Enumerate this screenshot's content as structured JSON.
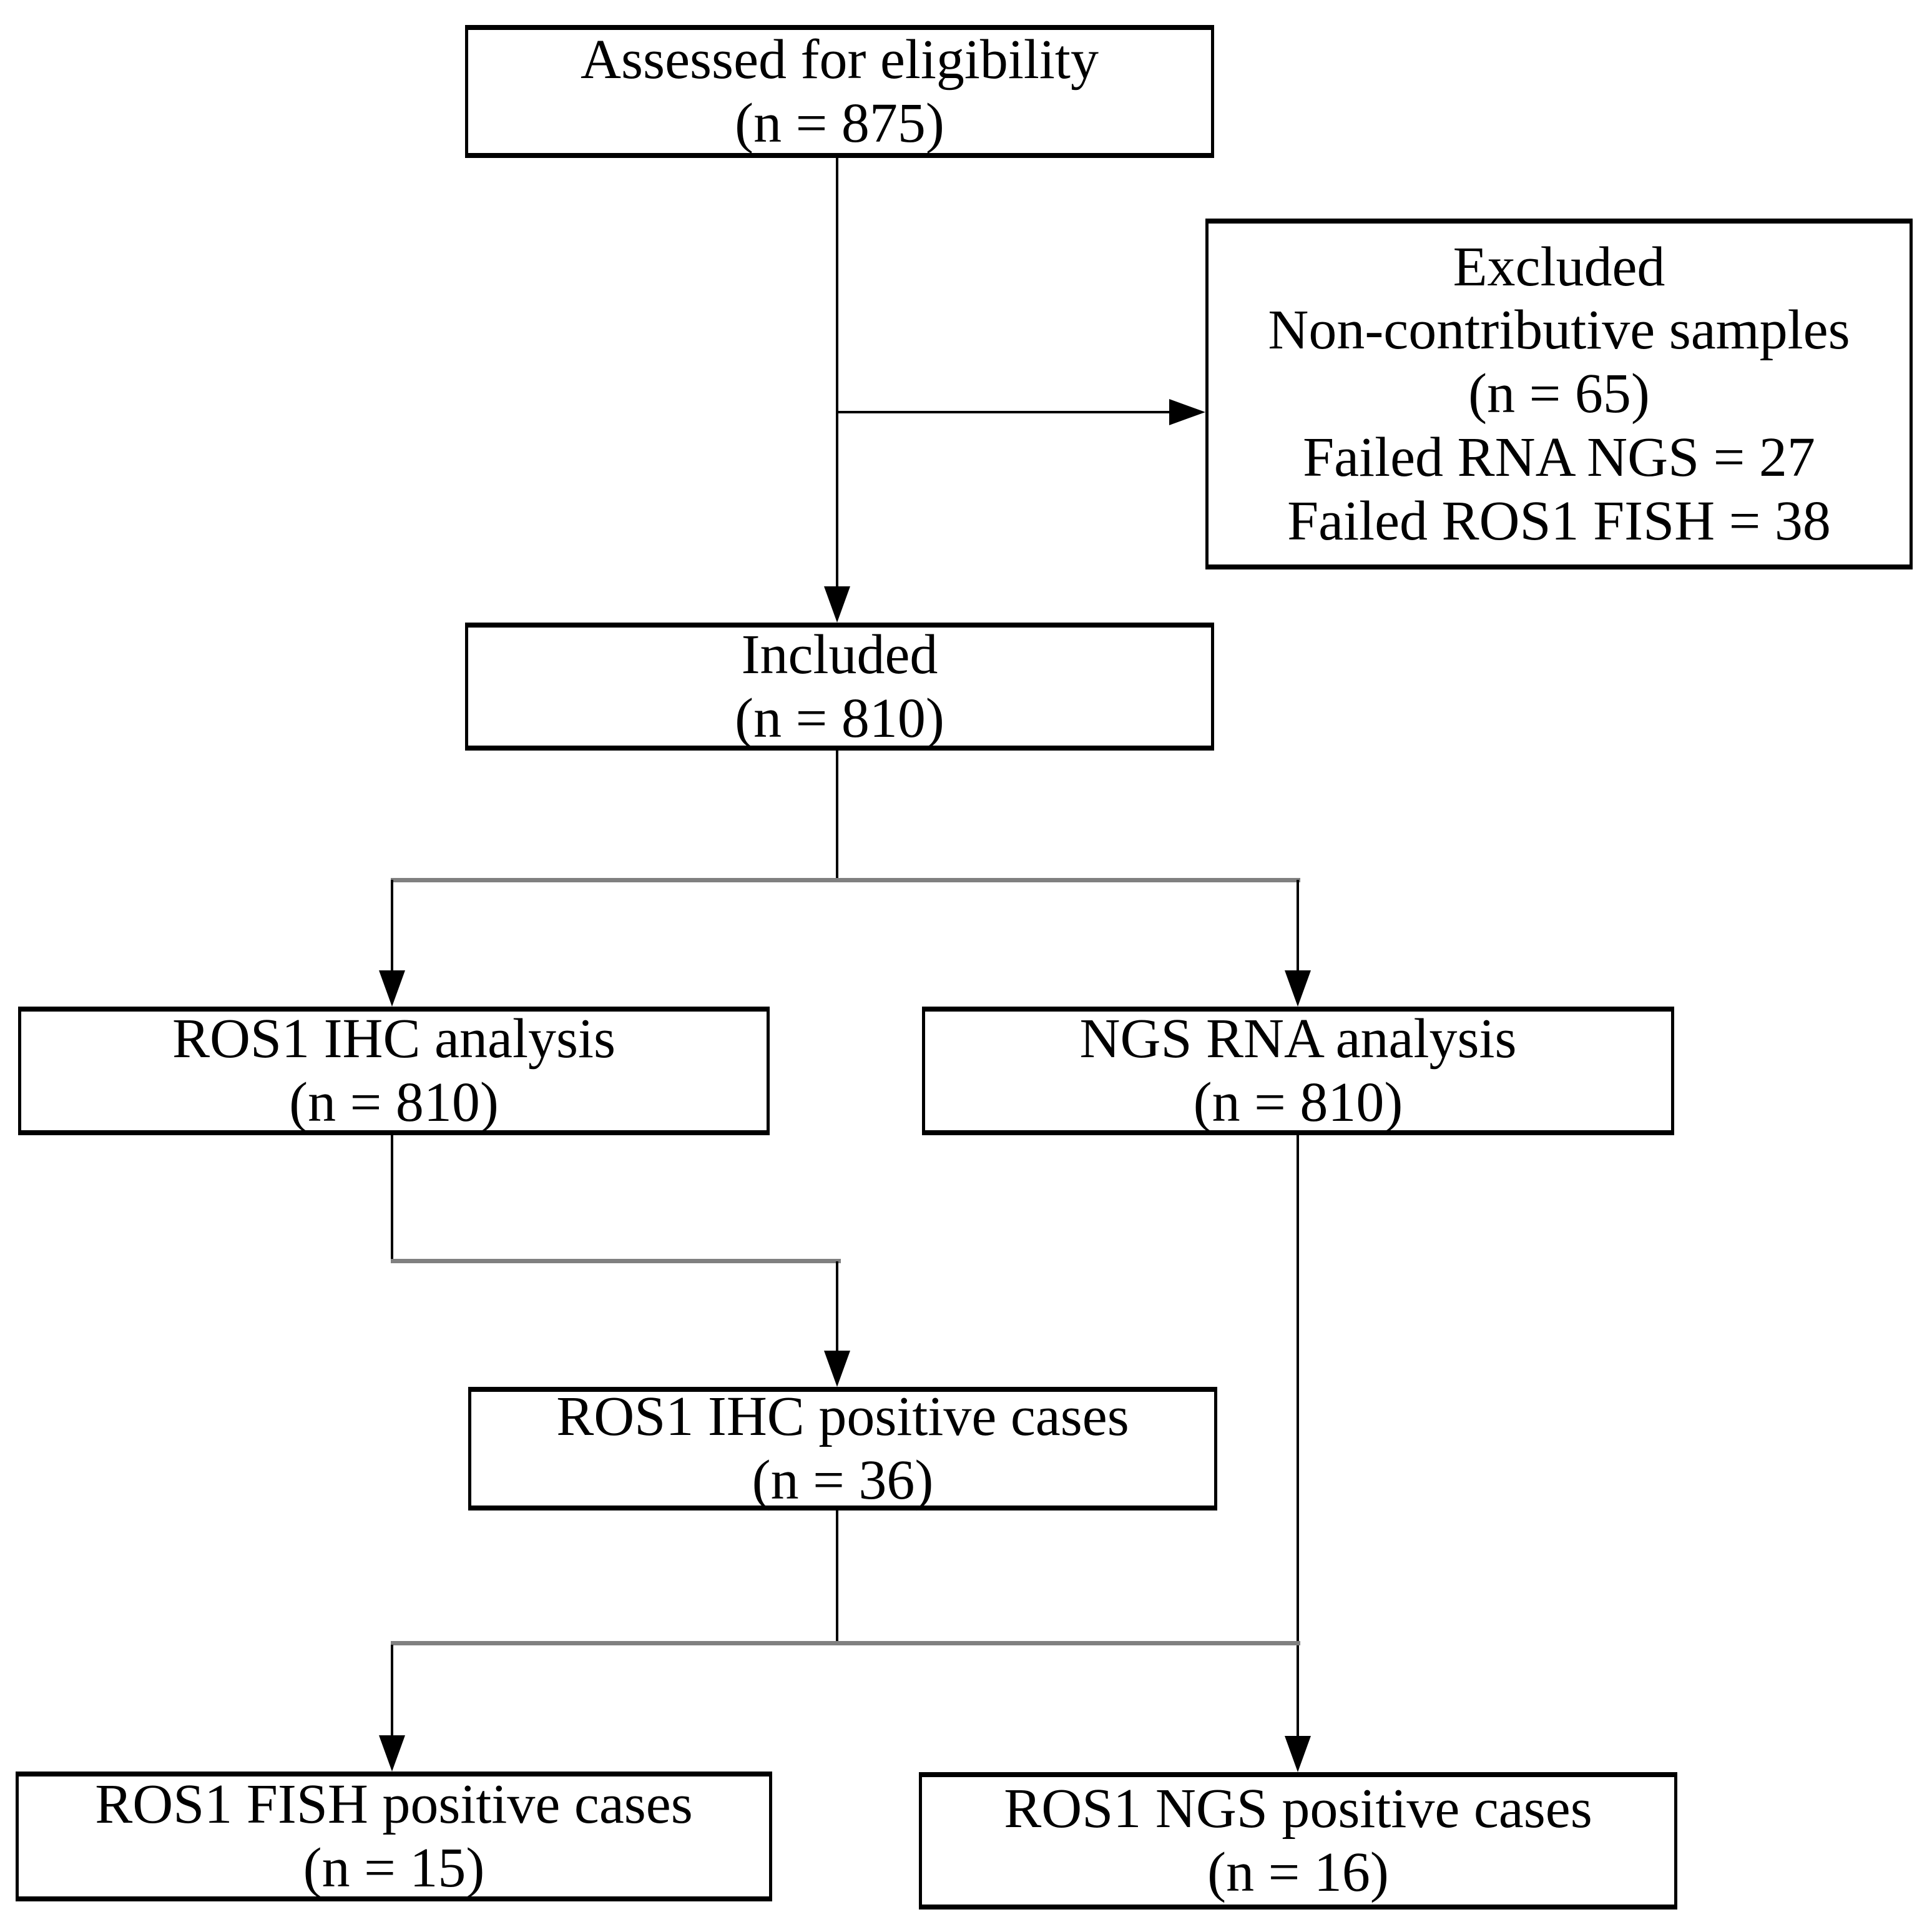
{
  "colors": {
    "box_border": "#000000",
    "connector_line": "#000000",
    "distribution_line": "#808080",
    "background": "#ffffff",
    "text": "#000000"
  },
  "boxes": {
    "assessed": {
      "lines": [
        "Assessed for eligibility",
        "(n = 875)"
      ]
    },
    "excluded": {
      "lines": [
        "Excluded",
        "Non-contributive samples",
        "(n = 65)",
        "Failed RNA NGS = 27",
        "Failed ROS1 FISH = 38"
      ]
    },
    "included": {
      "lines": [
        "Included",
        "(n = 810)"
      ]
    },
    "ihc_analysis": {
      "lines": [
        "ROS1 IHC analysis",
        "(n = 810)"
      ]
    },
    "ngs_analysis": {
      "lines": [
        "NGS RNA analysis",
        "(n = 810)"
      ]
    },
    "ihc_positive": {
      "lines": [
        "ROS1 IHC positive cases",
        "(n = 36)"
      ]
    },
    "fish_positive": {
      "lines": [
        "ROS1 FISH positive cases",
        "(n = 15)"
      ]
    },
    "ngs_positive": {
      "lines": [
        "ROS1 NGS positive cases",
        "(n = 16)"
      ]
    }
  }
}
